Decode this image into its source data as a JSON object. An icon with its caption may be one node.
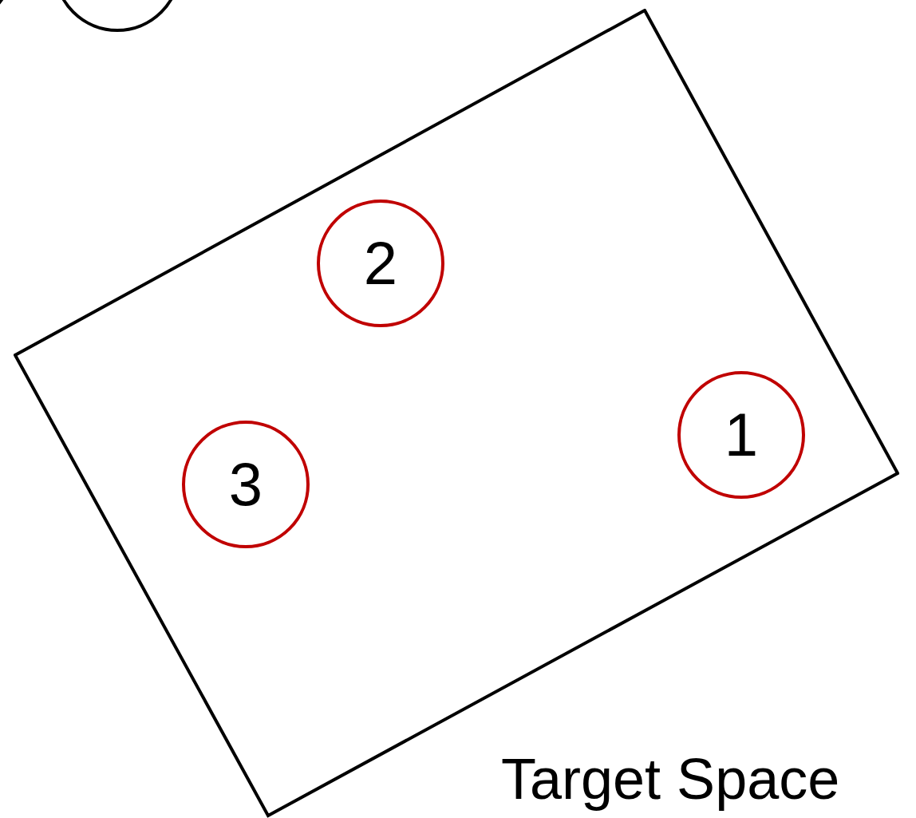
{
  "diagram": {
    "nodes": [
      {
        "text": [],
        "shape": "circle"
      },
      {
        "text": [],
        "shape": "circle"
      },
      {
        "text": [],
        "shape": "box"
      },
      {
        "text": [
          "2"
        ],
        "in": 2
      },
      {
        "text": [
          "1"
        ],
        "in": 2
      },
      {
        "text": [
          "3"
        ],
        "in": 2
      }
    ],
    "labels": [
      "Target Space"
    ]
  }
}
